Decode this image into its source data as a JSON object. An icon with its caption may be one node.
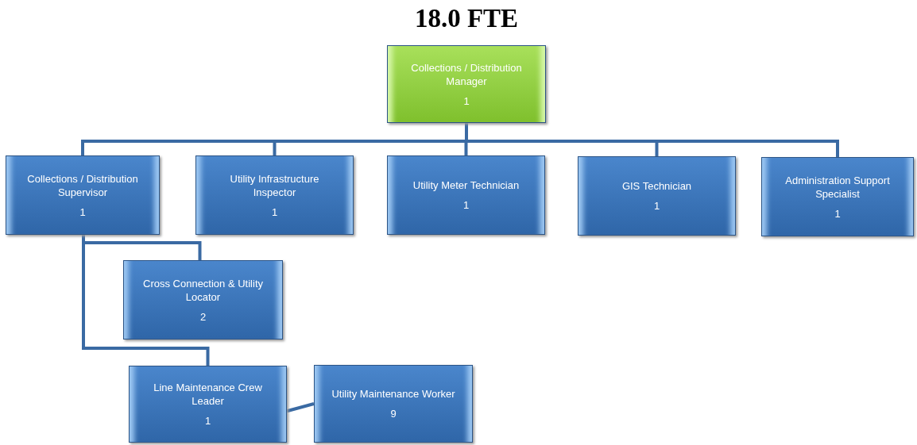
{
  "diagram": {
    "title": "18.0 FTE",
    "nodes": [
      {
        "text": [
          "Collections / Distribution Manager",
          "1"
        ]
      },
      {
        "text": [
          "Collections / Distribution Supervisor",
          "1"
        ]
      },
      {
        "text": [
          "Utility Infrastructure Inspector",
          "1"
        ]
      },
      {
        "text": [
          "Utility Meter Technician",
          "1"
        ]
      },
      {
        "text": [
          "GIS Technician",
          "1"
        ]
      },
      {
        "text": [
          "Administration Support Specialist",
          "1"
        ]
      },
      {
        "text": [
          "Cross Connection & Utility Locator",
          "2"
        ]
      },
      {
        "text": [
          "Line Maintenance Crew Leader",
          "1"
        ]
      },
      {
        "text": [
          "Utility Maintenance Worker",
          "9"
        ]
      }
    ],
    "edges": [
      {
        "from": 0,
        "to": 1,
        "arrow": "none"
      },
      {
        "from": 0,
        "to": 2,
        "arrow": "none"
      },
      {
        "from": 0,
        "to": 3,
        "arrow": "none"
      },
      {
        "from": 0,
        "to": 4,
        "arrow": "none"
      },
      {
        "from": 0,
        "to": 5,
        "arrow": "none"
      },
      {
        "from": 1,
        "to": 6,
        "arrow": "none"
      },
      {
        "from": 1,
        "to": 7,
        "arrow": "none"
      },
      {
        "from": 7,
        "to": 8,
        "arrow": "none"
      }
    ]
  }
}
